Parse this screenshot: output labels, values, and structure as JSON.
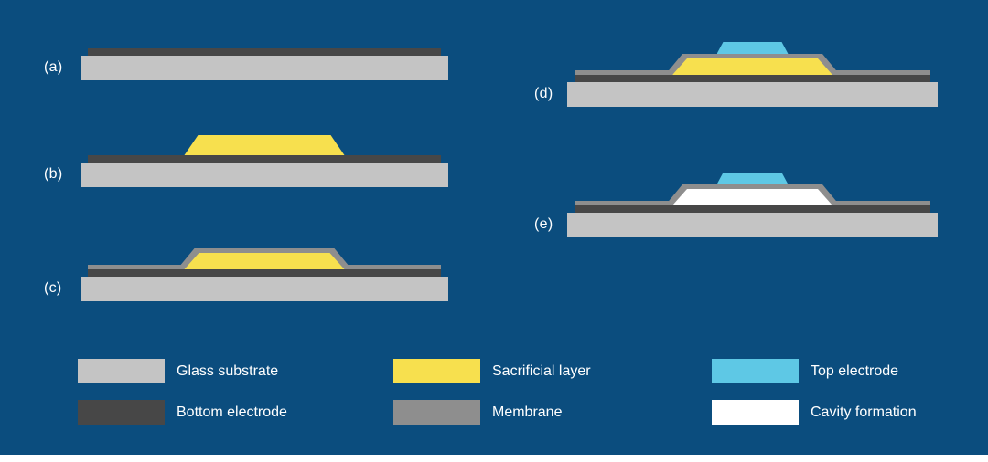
{
  "colors": {
    "background": "#0b4d7e",
    "glass_substrate": "#c4c4c4",
    "bottom_electrode": "#474747",
    "sacrificial_layer": "#f7e04e",
    "membrane": "#8e8e8e",
    "top_electrode": "#5ec8e5",
    "cavity": "#ffffff",
    "text": "#ffffff",
    "footer_strip": "#ffffff"
  },
  "panels": [
    {
      "label": "(a)"
    },
    {
      "label": "(b)"
    },
    {
      "label": "(c)"
    },
    {
      "label": "(d)"
    },
    {
      "label": "(e)"
    }
  ],
  "legend": [
    {
      "label": "Glass substrate",
      "color_key": "glass_substrate"
    },
    {
      "label": "Bottom electrode",
      "color_key": "bottom_electrode"
    },
    {
      "label": "Sacrificial layer",
      "color_key": "sacrificial_layer"
    },
    {
      "label": "Membrane",
      "color_key": "membrane"
    },
    {
      "label": "Top electrode",
      "color_key": "top_electrode"
    },
    {
      "label": "Cavity formation",
      "color_key": "cavity"
    }
  ]
}
